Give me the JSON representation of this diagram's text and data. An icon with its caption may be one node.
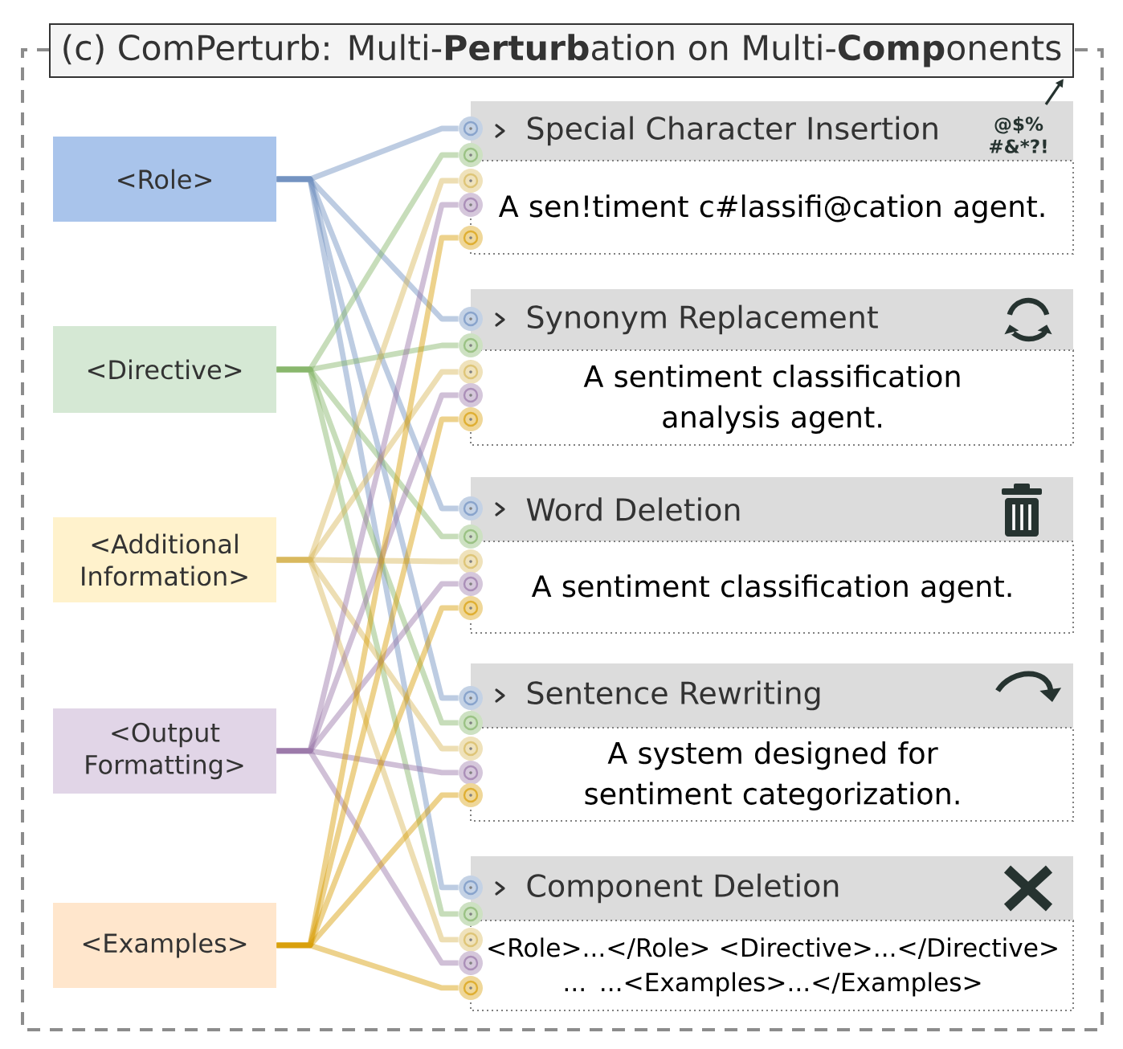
{
  "diagram": {
    "title": "(c) ComPerturb: Multi-**Perturb**ation on Multi-**Comp**onents",
    "nodes": [
      {
        "text": [
          "<Role>"
        ]
      },
      {
        "text": [
          "<Directive>"
        ]
      },
      {
        "text": [
          "<Additional Information>"
        ]
      },
      {
        "text": [
          "<Output Formatting>"
        ]
      },
      {
        "text": [
          "<Examples>"
        ]
      },
      {
        "text": [
          "Special Character Insertion",
          "@$% #&*?!",
          "A sen!timent c#lassifi@cation agent."
        ]
      },
      {
        "text": [
          "Synonym Replacement",
          "A sentiment classification analysis agent."
        ]
      },
      {
        "text": [
          "Word Deletion",
          "A sentiment classification agent."
        ]
      },
      {
        "text": [
          "Sentence Rewriting",
          "A system designed for sentiment categorization."
        ]
      },
      {
        "text": [
          "Component Deletion",
          "<Role>...</Role> <Directive>...</Directive> ... ...<Examples>...</Examples>"
        ]
      },
      {
        "text": [],
        "shape": "circle"
      },
      {
        "text": [],
        "shape": "circle"
      },
      {
        "text": [],
        "shape": "circle"
      },
      {
        "text": [],
        "shape": "circle"
      },
      {
        "text": [],
        "shape": "circle"
      },
      {
        "text": [],
        "shape": "circle"
      },
      {
        "text": [],
        "shape": "circle"
      },
      {
        "text": [],
        "shape": "circle"
      },
      {
        "text": [],
        "shape": "circle"
      },
      {
        "text": [],
        "shape": "circle"
      },
      {
        "text": [],
        "shape": "circle"
      },
      {
        "text": [],
        "shape": "circle"
      },
      {
        "text": [],
        "shape": "circle"
      },
      {
        "text": [],
        "shape": "circle"
      },
      {
        "text": [],
        "shape": "circle"
      },
      {
        "text": [],
        "shape": "circle"
      },
      {
        "text": [],
        "shape": "circle"
      },
      {
        "text": [],
        "shape": "circle"
      },
      {
        "text": [],
        "shape": "circle"
      },
      {
        "text": [],
        "shape": "circle"
      },
      {
        "text": [],
        "shape": "circle"
      },
      {
        "text": [],
        "shape": "circle"
      },
      {
        "text": [],
        "shape": "circle"
      },
      {
        "text": [],
        "shape": "circle"
      },
      {
        "text": [],
        "shape": "circle"
      }
    ],
    "edges": [
      {
        "from": 0,
        "to": 10,
        "arrow": "none",
        "color": "#6c8ebf"
      },
      {
        "from": 0,
        "to": 15,
        "arrow": "none",
        "color": "#6c8ebf"
      },
      {
        "from": 0,
        "to": 20,
        "arrow": "none",
        "color": "#6c8ebf"
      },
      {
        "from": 0,
        "to": 25,
        "arrow": "none",
        "color": "#6c8ebf"
      },
      {
        "from": 0,
        "to": 30,
        "arrow": "none",
        "color": "#6c8ebf"
      },
      {
        "from": 1,
        "to": 11,
        "arrow": "none",
        "color": "#82b366"
      },
      {
        "from": 1,
        "to": 16,
        "arrow": "none",
        "color": "#82b366"
      },
      {
        "from": 1,
        "to": 21,
        "arrow": "none",
        "color": "#82b366"
      },
      {
        "from": 1,
        "to": 26,
        "arrow": "none",
        "color": "#82b366"
      },
      {
        "from": 1,
        "to": 31,
        "arrow": "none",
        "color": "#82b366"
      },
      {
        "from": 2,
        "to": 12,
        "arrow": "none",
        "color": "#d6b656"
      },
      {
        "from": 2,
        "to": 17,
        "arrow": "none",
        "color": "#d6b656"
      },
      {
        "from": 2,
        "to": 22,
        "arrow": "none",
        "color": "#d6b656"
      },
      {
        "from": 2,
        "to": 27,
        "arrow": "none",
        "color": "#d6b656"
      },
      {
        "from": 2,
        "to": 32,
        "arrow": "none",
        "color": "#d6b656"
      },
      {
        "from": 3,
        "to": 13,
        "arrow": "none",
        "color": "#9673a6"
      },
      {
        "from": 3,
        "to": 18,
        "arrow": "none",
        "color": "#9673a6"
      },
      {
        "from": 3,
        "to": 23,
        "arrow": "none",
        "color": "#9673a6"
      },
      {
        "from": 3,
        "to": 28,
        "arrow": "none",
        "color": "#9673a6"
      },
      {
        "from": 3,
        "to": 33,
        "arrow": "none",
        "color": "#9673a6"
      },
      {
        "from": 4,
        "to": 14,
        "arrow": "none",
        "color": "#d79b00"
      },
      {
        "from": 4,
        "to": 19,
        "arrow": "none",
        "color": "#d79b00"
      },
      {
        "from": 4,
        "to": 24,
        "arrow": "none",
        "color": "#d79b00"
      },
      {
        "from": 4,
        "to": 29,
        "arrow": "none",
        "color": "#d79b00"
      },
      {
        "from": 4,
        "to": 34,
        "arrow": "none",
        "color": "#d79b00"
      }
    ]
  }
}
